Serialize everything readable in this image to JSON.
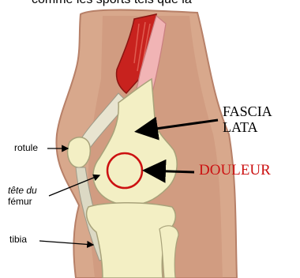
{
  "top_text": "comme les sports tels que la",
  "labels": {
    "fascia_line1": "FASCIA",
    "fascia_line2": "LATA",
    "douleur": "DOULEUR",
    "rotule": "rotule",
    "tete_line1": "tête du",
    "tete_line2": "fémur",
    "tibia": "tibia"
  },
  "colors": {
    "pain": "#cc1111",
    "skin": "#d6a58a",
    "bone": "#f3efc4",
    "muscle": "#c8221e",
    "ligament": "#f0b7b8"
  }
}
